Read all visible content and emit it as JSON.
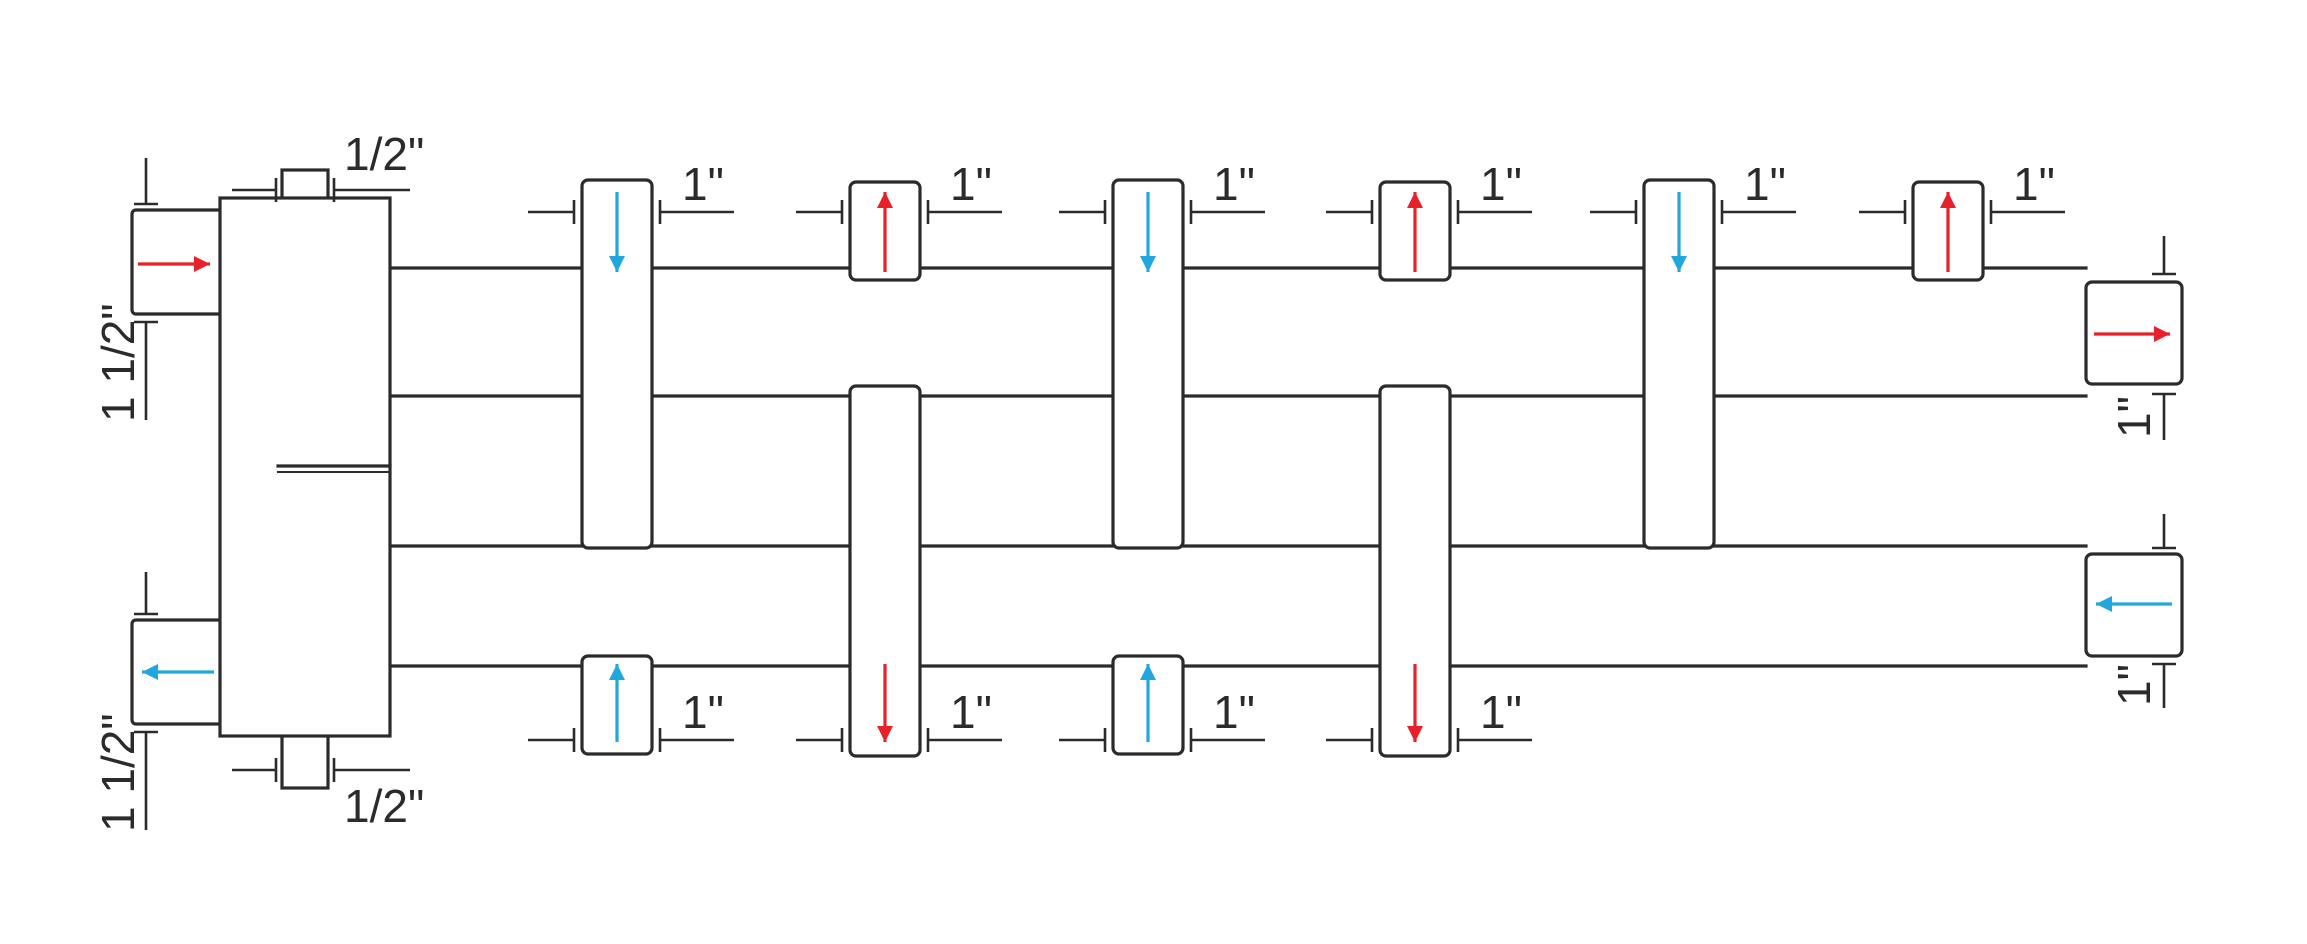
{
  "labels": {
    "header_inlet_size": "1 1/2\"",
    "header_return_size": "1 1/2\"",
    "top_port_size": "1/2\"",
    "bottom_port_size": "1/2\"",
    "branch_top_sizes": [
      "1\"",
      "1\"",
      "1\"",
      "1\"",
      "1\"",
      "1\""
    ],
    "branch_bottom_sizes": [
      "1\"",
      "1\"",
      "1\"",
      "1\""
    ],
    "outlet_supply_size": "1\"",
    "outlet_return_size": "1\""
  },
  "colors": {
    "hot": "#e8202a",
    "cold": "#21a7de",
    "line": "#2b2b2b"
  },
  "flows": {
    "inlet": "hot",
    "return_out": "cold",
    "top_ports": [
      "cold-down",
      "hot-up",
      "cold-down",
      "hot-up",
      "cold-down",
      "hot-up"
    ],
    "bottom_ports": [
      "cold-up",
      "hot-down",
      "cold-up",
      "hot-down"
    ],
    "outlet_supply": "hot",
    "outlet_return": "cold"
  }
}
